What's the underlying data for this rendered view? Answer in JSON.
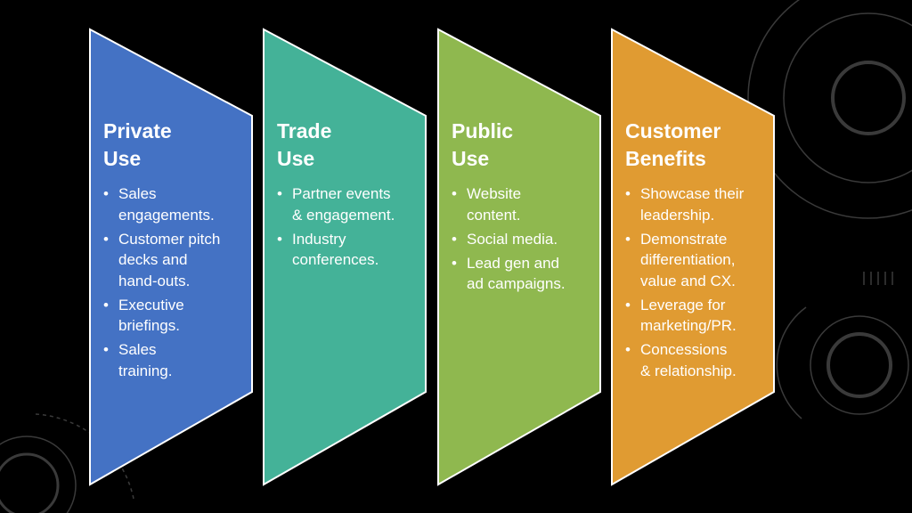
{
  "colors": {
    "background": "#000000",
    "decoration": "#3a3a3a",
    "panel_border": "#ffffff"
  },
  "panels": [
    {
      "title_line1": "Private",
      "title_line2": "Use",
      "color": "#4472c4",
      "items": [
        [
          "Sales",
          "engagements."
        ],
        [
          "Customer pitch",
          "decks and",
          "hand-outs."
        ],
        [
          "Executive",
          "briefings."
        ],
        [
          "Sales",
          "training."
        ]
      ]
    },
    {
      "title_line1": "Trade",
      "title_line2": "Use",
      "color": "#44b298",
      "items": [
        [
          "Partner events",
          "& engagement."
        ],
        [
          "Industry",
          "conferences."
        ]
      ]
    },
    {
      "title_line1": "Public",
      "title_line2": "Use",
      "color": "#8fb84f",
      "items": [
        [
          "Website",
          "content."
        ],
        [
          "Social media."
        ],
        [
          "Lead gen and",
          "ad campaigns."
        ]
      ]
    },
    {
      "title_line1": "Customer",
      "title_line2": "Benefits",
      "color": "#e09b32",
      "items": [
        [
          "Showcase their",
          "leadership."
        ],
        [
          "Demonstrate",
          "differentiation,",
          "value and CX."
        ],
        [
          "Leverage for",
          "marketing/PR."
        ],
        [
          "Concessions",
          "& relationship."
        ]
      ]
    }
  ]
}
